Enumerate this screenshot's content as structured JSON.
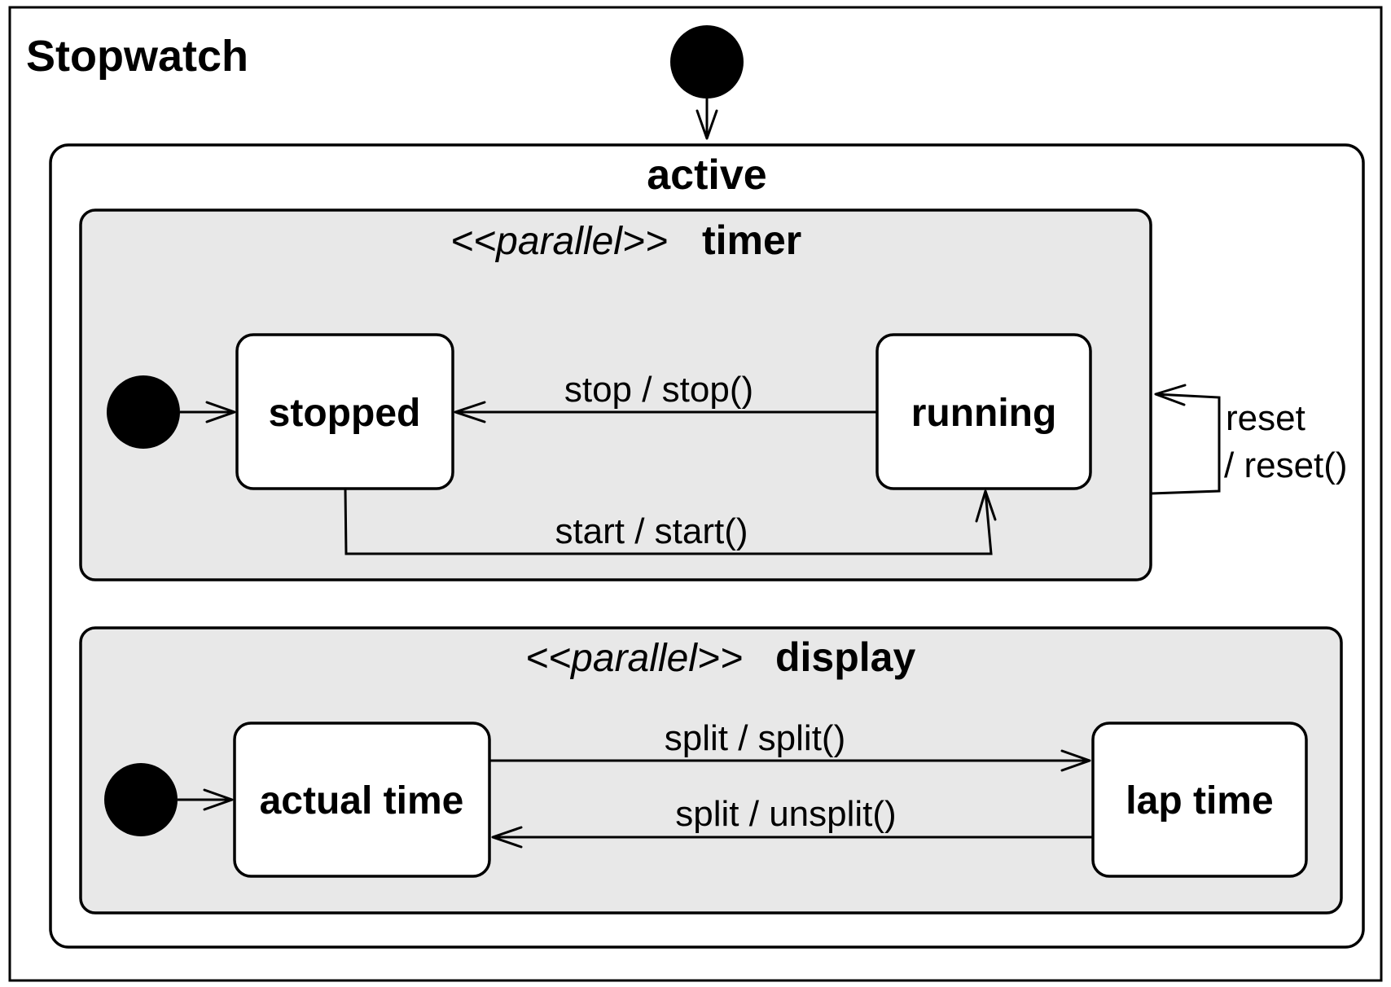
{
  "diagram": {
    "title": "Stopwatch",
    "composite_state": "active",
    "regions": [
      {
        "stereotype": "<<parallel>>",
        "name": "timer",
        "states": [
          "stopped",
          "running"
        ],
        "transitions": [
          {
            "from": "running",
            "to": "stopped",
            "label": "stop / stop()"
          },
          {
            "from": "stopped",
            "to": "running",
            "label": "start / start()"
          }
        ]
      },
      {
        "stereotype": "<<parallel>>",
        "name": "display",
        "states": [
          "actual time",
          "lap time"
        ],
        "transitions": [
          {
            "from": "actual time",
            "to": "lap time",
            "label": "split / split()"
          },
          {
            "from": "lap time",
            "to": "actual time",
            "label": "split / unsplit()"
          }
        ]
      }
    ],
    "self_transition": {
      "on": "timer",
      "label_line1": "reset",
      "label_line2": "/ reset()"
    },
    "colors": {
      "region_fill": "#e8e8e8",
      "state_fill": "#ffffff",
      "stroke": "#000000"
    }
  }
}
